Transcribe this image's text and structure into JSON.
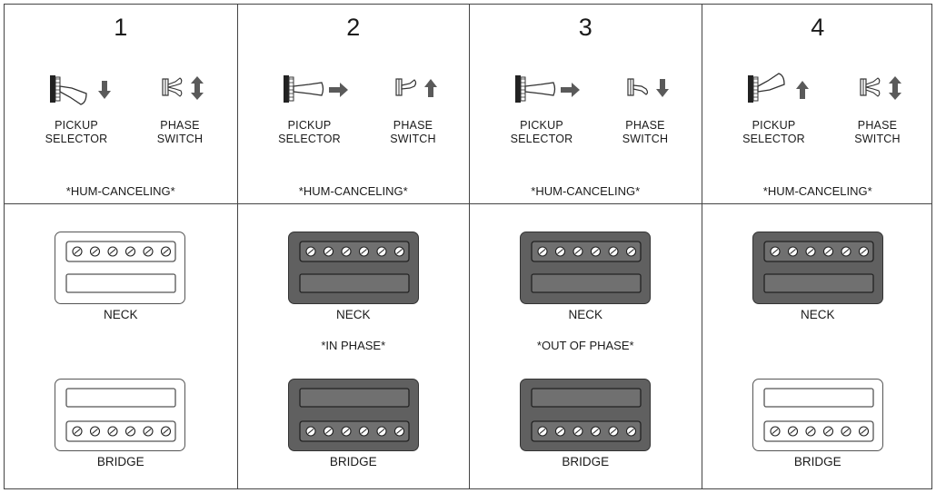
{
  "columns": [
    {
      "number": "1",
      "pickup_selector_label": [
        "PICKUP",
        "SELECTOR"
      ],
      "phase_switch_label": [
        "PHASE",
        "SWITCH"
      ],
      "selector_position": "down",
      "selector_arrow": "down-arrow",
      "phase_position": "center",
      "phase_arrow": "up-down-arrow",
      "mode": "*HUM-CANCELING*",
      "neck": {
        "label": "NECK",
        "style": "light"
      },
      "bridge": {
        "label": "BRIDGE",
        "style": "light"
      },
      "phase_note": ""
    },
    {
      "number": "2",
      "pickup_selector_label": [
        "PICKUP",
        "SELECTOR"
      ],
      "phase_switch_label": [
        "PHASE",
        "SWITCH"
      ],
      "selector_position": "middle",
      "selector_arrow": "right-arrow",
      "phase_position": "up",
      "phase_arrow": "up-arrow",
      "mode": "*HUM-CANCELING*",
      "neck": {
        "label": "NECK",
        "style": "dark"
      },
      "bridge": {
        "label": "BRIDGE",
        "style": "dark"
      },
      "phase_note": "*IN PHASE*"
    },
    {
      "number": "3",
      "pickup_selector_label": [
        "PICKUP",
        "SELECTOR"
      ],
      "phase_switch_label": [
        "PHASE",
        "SWITCH"
      ],
      "selector_position": "middle",
      "selector_arrow": "right-arrow",
      "phase_position": "down",
      "phase_arrow": "down-arrow",
      "mode": "*HUM-CANCELING*",
      "neck": {
        "label": "NECK",
        "style": "dark"
      },
      "bridge": {
        "label": "BRIDGE",
        "style": "dark"
      },
      "phase_note": "*OUT OF PHASE*"
    },
    {
      "number": "4",
      "pickup_selector_label": [
        "PICKUP",
        "SELECTOR"
      ],
      "phase_switch_label": [
        "PHASE",
        "SWITCH"
      ],
      "selector_position": "up",
      "selector_arrow": "up-arrow",
      "phase_position": "center",
      "phase_arrow": "up-down-arrow",
      "mode": "*HUM-CANCELING*",
      "neck": {
        "label": "NECK",
        "style": "dark"
      },
      "bridge": {
        "label": "BRIDGE",
        "style": "light"
      },
      "phase_note": ""
    }
  ],
  "colors": {
    "active_pickup": "#606060",
    "inactive_pickup": "#ffffff",
    "arrow": "#5a5a5a",
    "border": "#444444"
  }
}
